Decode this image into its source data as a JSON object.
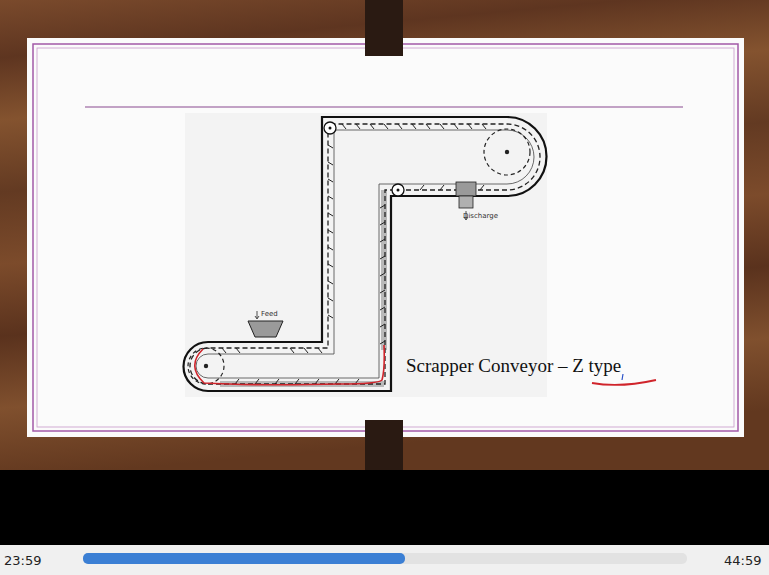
{
  "diagram": {
    "caption": "Scrapper Conveyor – Z type",
    "labels": [
      "Feed",
      "Discharge",
      "23:59",
      "44:59"
    ]
  }
}
